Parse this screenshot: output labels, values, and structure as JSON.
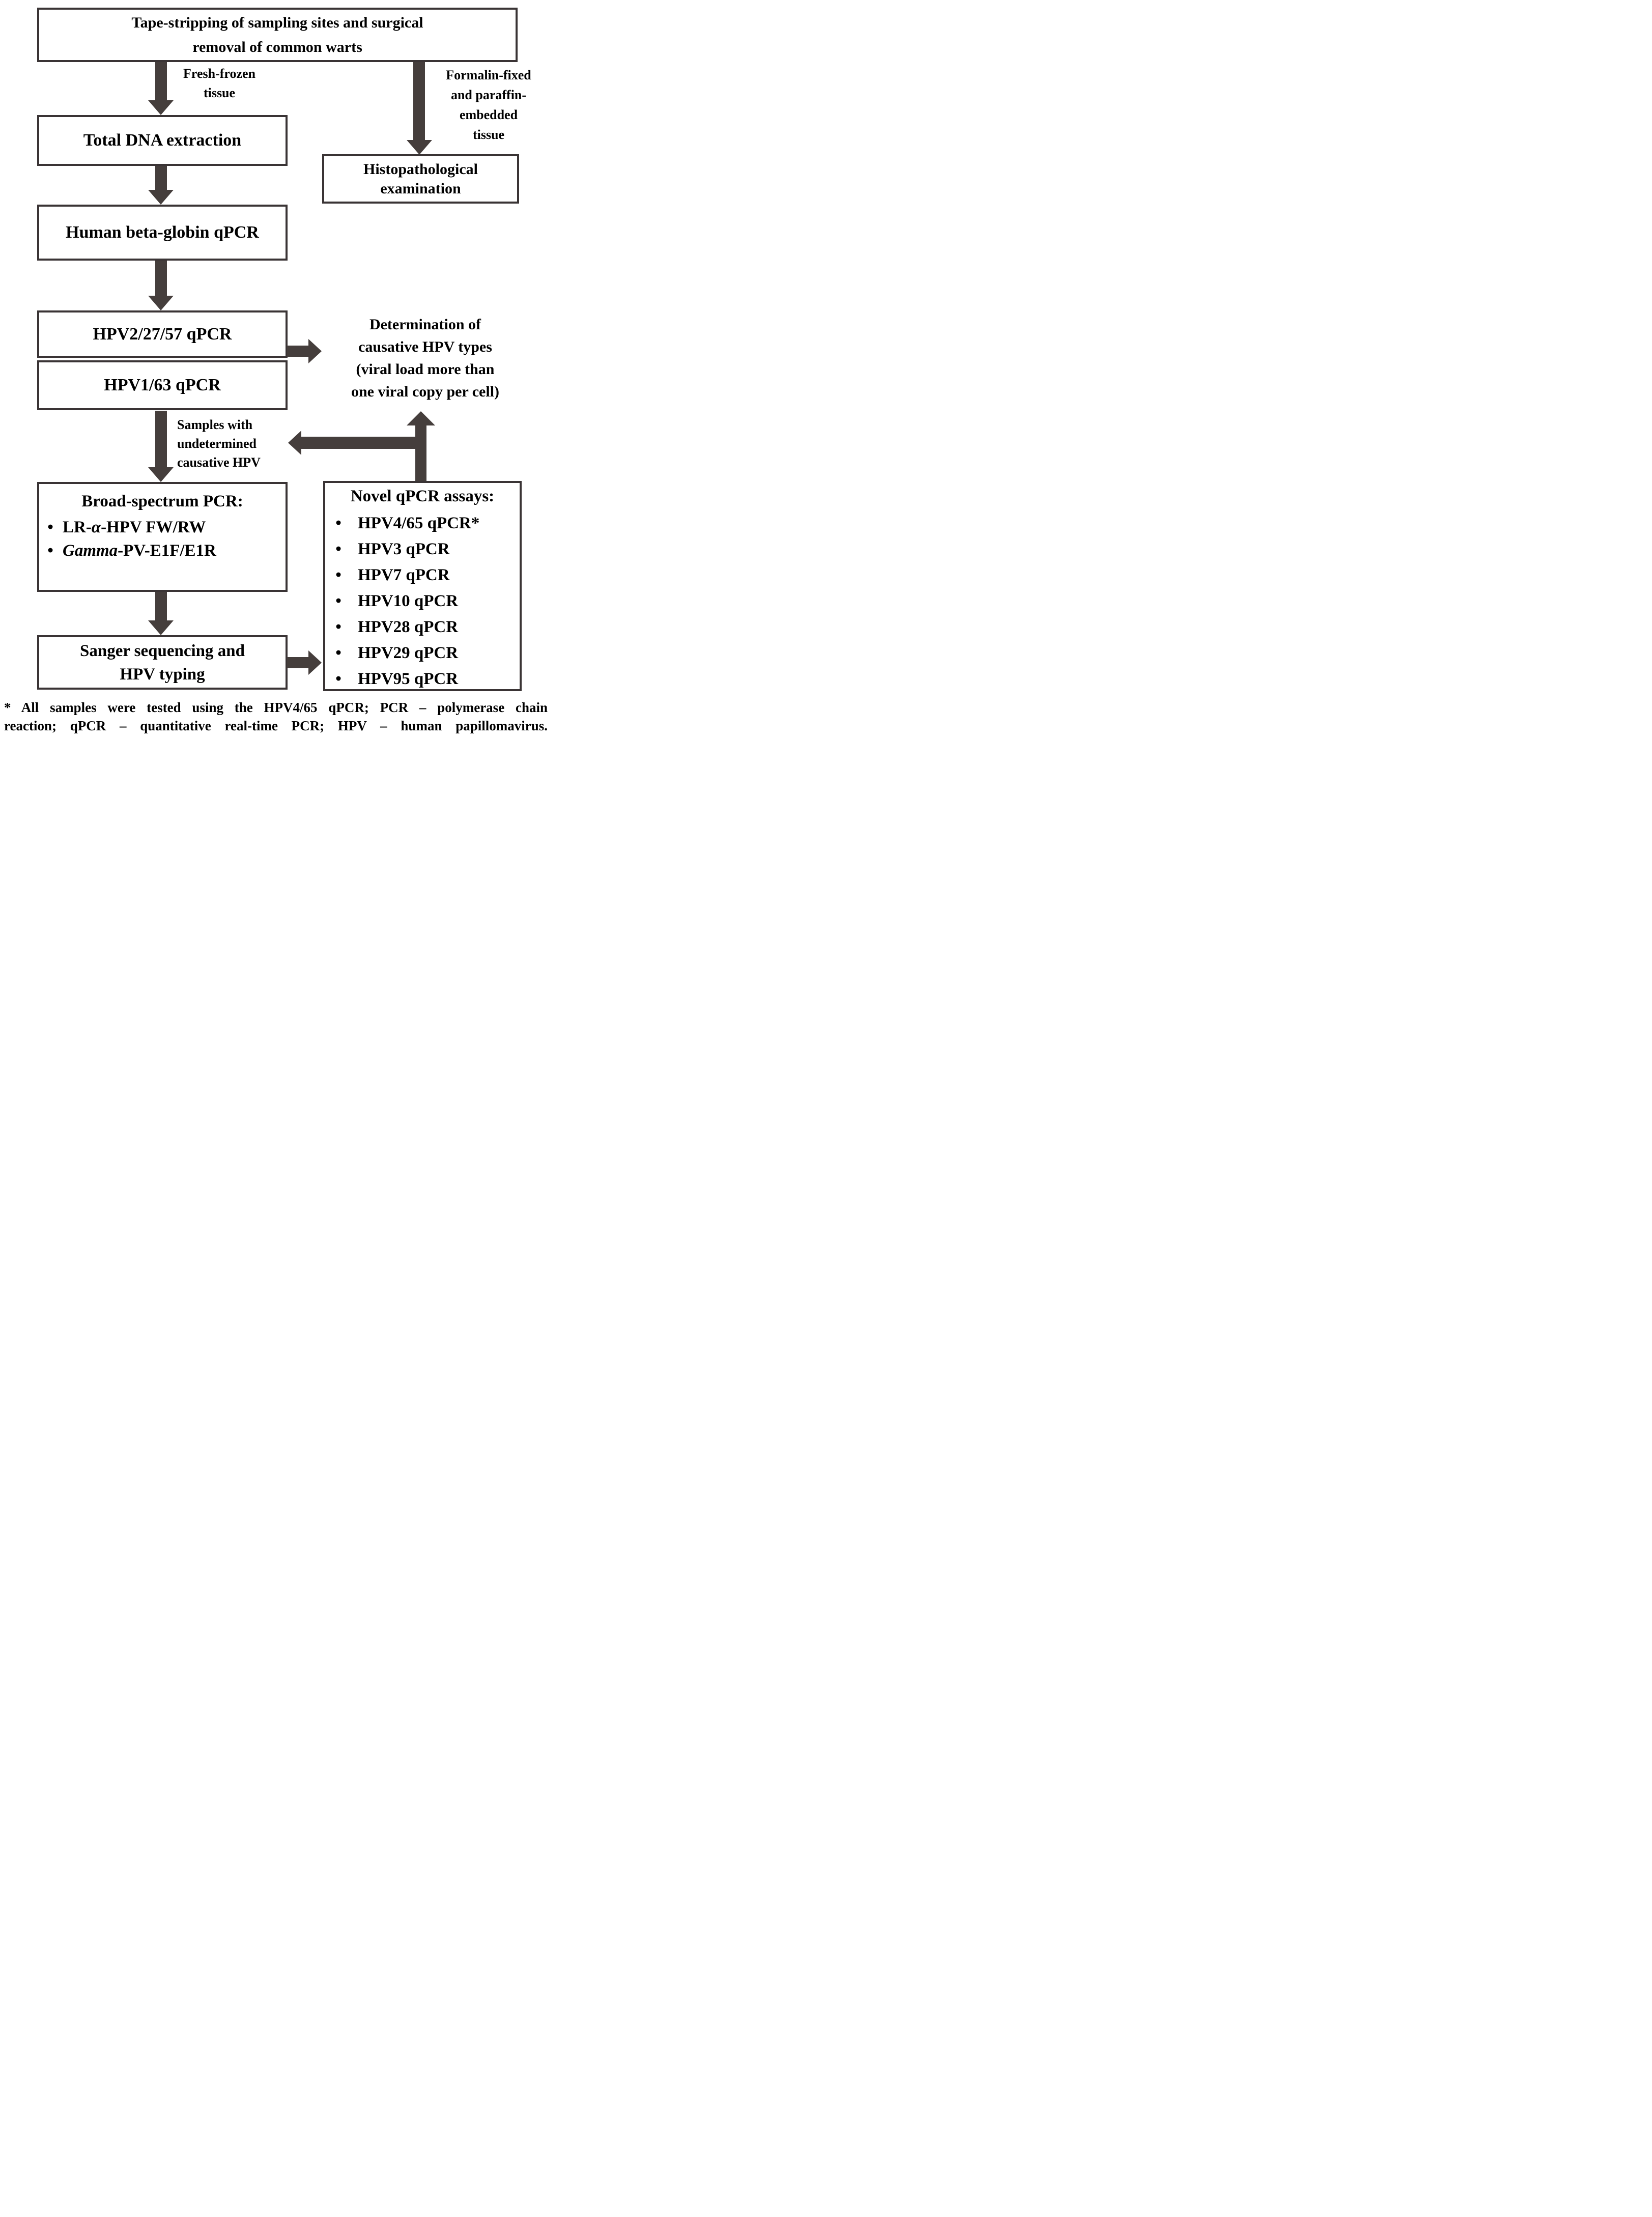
{
  "page": {
    "background": "#ffffff",
    "border_color": "#3a3435",
    "arrow_color": "#453e3c",
    "text_color": "#000000",
    "bullet_char": "•"
  },
  "boxes": {
    "top": {
      "lines": [
        "Tape-stripping of sampling sites and surgical",
        "removal of common warts"
      ]
    },
    "total_dna": {
      "label": "Total DNA extraction"
    },
    "beta_globin": {
      "label": "Human beta-globin qPCR"
    },
    "hpv2_27_57": {
      "label": "HPV2/27/57 qPCR"
    },
    "hpv1_63": {
      "label": "HPV1/63 qPCR"
    },
    "histopathological": {
      "lines": [
        "Histopathological",
        "examination"
      ]
    },
    "broad_spectrum": {
      "title": "Broad-spectrum PCR:",
      "items": [
        {
          "pre": "LR-",
          "italic": "α",
          "post": "-HPV FW/RW"
        },
        {
          "pre": "",
          "italic": "Gamma",
          "post": "-PV-E1F/E1R"
        }
      ]
    },
    "sanger": {
      "lines": [
        "Sanger sequencing and",
        "HPV typing"
      ]
    },
    "novel": {
      "title": "Novel qPCR assays:",
      "items": [
        "HPV4/65 qPCR*",
        "HPV3 qPCR",
        "HPV7 qPCR",
        "HPV10 qPCR",
        "HPV28 qPCR",
        "HPV29 qPCR",
        "HPV95 qPCR"
      ]
    }
  },
  "annotations": {
    "fresh_frozen": {
      "lines": [
        "Fresh-frozen",
        "tissue"
      ]
    },
    "formalin": {
      "lines": [
        "Formalin-fixed",
        "and paraffin-",
        "embedded",
        "tissue"
      ]
    },
    "determination": {
      "lines": [
        "Determination of",
        "causative HPV types",
        "(viral load more than",
        "one viral copy per cell)"
      ]
    },
    "samples_undetermined": {
      "lines": [
        "Samples with",
        "undetermined",
        "causative HPV"
      ]
    },
    "footnote": {
      "lines": [
        "* All samples were tested using the HPV4/65 qPCR; PCR – polymerase chain",
        "reaction; qPCR – quantitative real-time PCR; HPV – human papillomavirus."
      ]
    }
  }
}
